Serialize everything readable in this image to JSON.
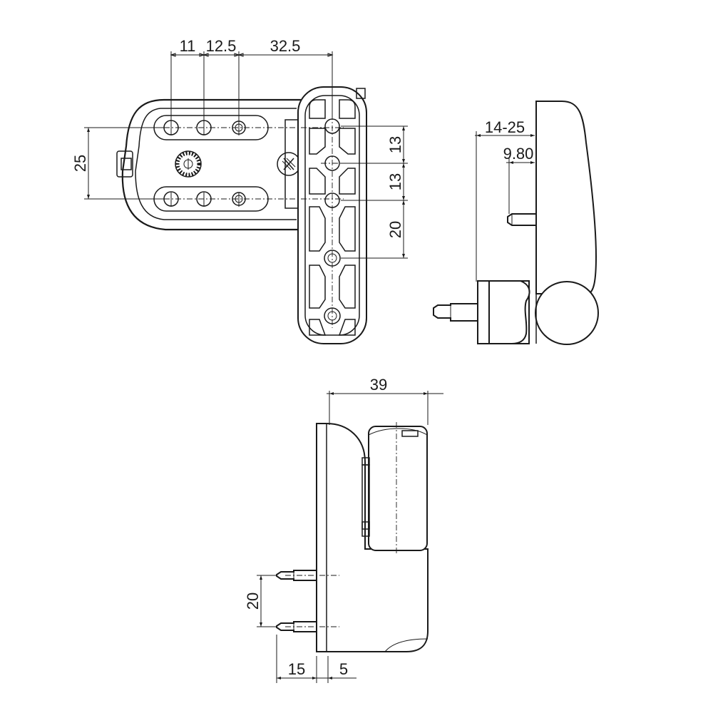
{
  "front_view": {
    "dim_11": "11",
    "dim_12_5": "12.5",
    "dim_32_5": "32.5",
    "dim_25": "25",
    "dim_13_upper": "13",
    "dim_13_lower": "13",
    "dim_20": "20"
  },
  "side_view": {
    "dim_14_25": "14-25",
    "dim_9_80": "9.80"
  },
  "bottom_view": {
    "dim_39": "39",
    "dim_20": "20",
    "dim_15": "15",
    "dim_5": "5"
  }
}
